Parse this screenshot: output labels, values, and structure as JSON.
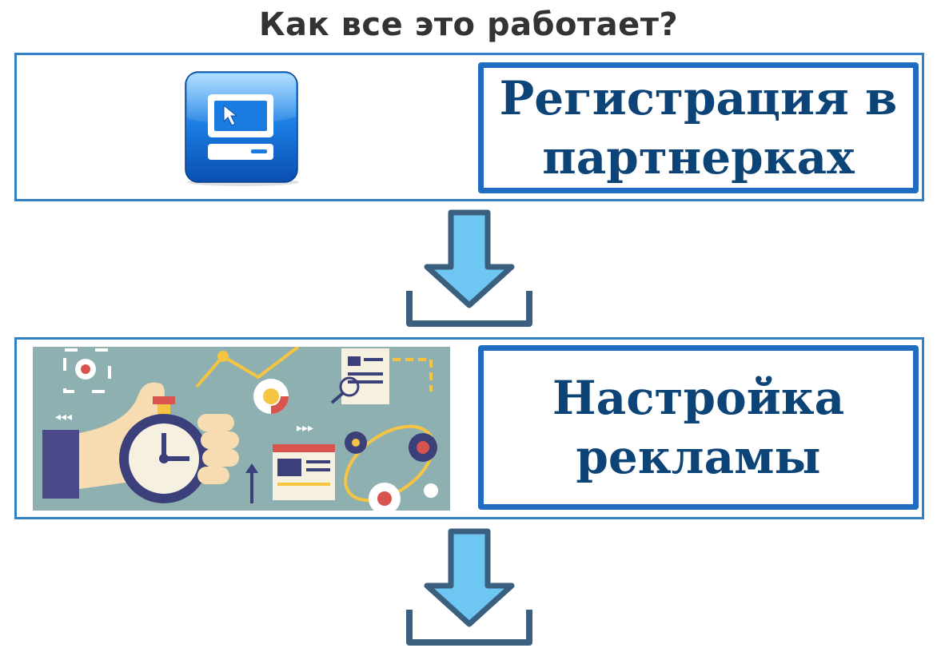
{
  "title": "Как все это работает?",
  "steps": [
    {
      "label_lines": [
        "Регистрация в",
        "партнерках"
      ],
      "icon": "computer-monitor-icon"
    },
    {
      "label_lines": [
        "Настройка",
        "рекламы"
      ],
      "icon": "stopwatch-hand-illustration"
    }
  ],
  "colors": {
    "frame_border": "#2f7fc4",
    "label_border": "#1f6cc0",
    "label_text": "#0d4478",
    "arrow_fill": "#6ec6f2",
    "arrow_stroke": "#3b5f7f",
    "title_text": "#333333"
  }
}
